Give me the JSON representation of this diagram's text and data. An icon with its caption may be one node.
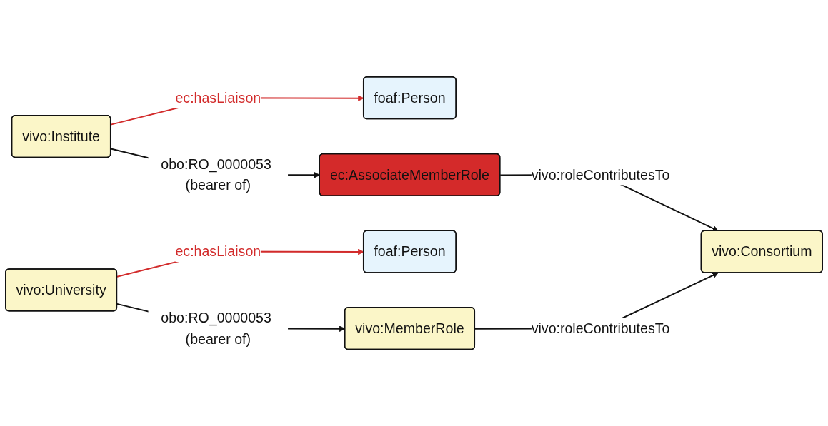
{
  "diagram": {
    "nodes": [
      {
        "text": [
          "foaf:Person"
        ]
      },
      {
        "text": [
          "ec:AssociateMemberRole"
        ]
      },
      {
        "text": [
          "vivo:Institute"
        ]
      },
      {
        "text": [
          "vivo:Consortium"
        ]
      },
      {
        "text": [
          "vivo:University"
        ]
      },
      {
        "text": [
          "foaf:Person"
        ]
      },
      {
        "text": [
          "vivo:MemberRole"
        ]
      }
    ],
    "edges": [
      {
        "from": 2,
        "to": 0,
        "arrow": "to",
        "label": "ec:hasLiaison",
        "color": "#d22b2b"
      },
      {
        "from": 2,
        "to": 1,
        "arrow": "to",
        "label": "obo:RO_0000053 (bearer of)"
      },
      {
        "from": 1,
        "to": 3,
        "arrow": "to",
        "label": "vivo:roleContributesTo"
      },
      {
        "from": 4,
        "to": 5,
        "arrow": "to",
        "label": "ec:hasLiaison",
        "color": "#d22b2b"
      },
      {
        "from": 4,
        "to": 6,
        "arrow": "to",
        "label": "obo:RO_0000053 (bearer of)"
      },
      {
        "from": 6,
        "to": 3,
        "arrow": "to",
        "label": "vivo:roleContributesTo"
      }
    ]
  }
}
